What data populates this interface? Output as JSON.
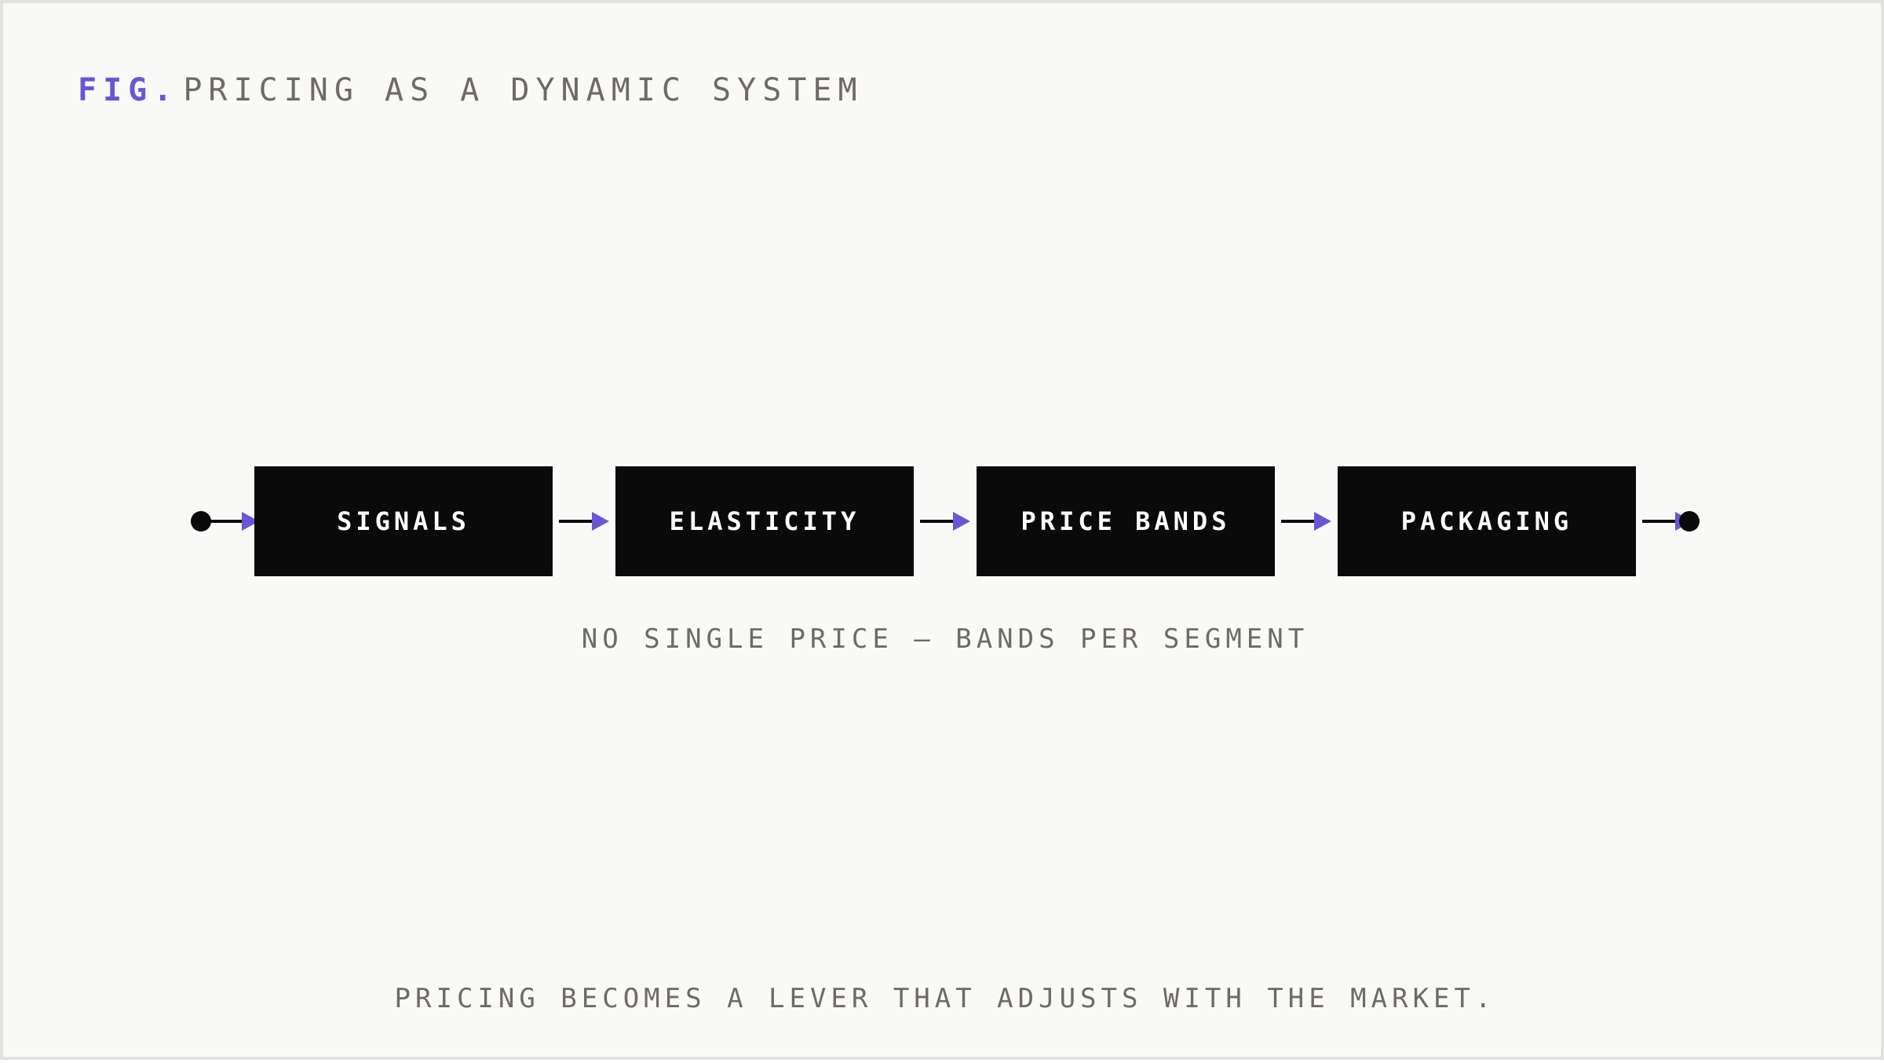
{
  "figure": {
    "label": "FIG.",
    "title": "PRICING AS A DYNAMIC SYSTEM"
  },
  "flow": {
    "nodes": [
      {
        "label": "SIGNALS"
      },
      {
        "label": "ELASTICITY"
      },
      {
        "label": "PRICE BANDS"
      },
      {
        "label": "PACKAGING"
      }
    ]
  },
  "caption": "NO SINGLE PRICE — BANDS PER SEGMENT",
  "footer": "PRICING BECOMES A LEVER THAT ADJUSTS WITH THE MARKET.",
  "colors": {
    "accent": "#6b55d6",
    "node_fill": "#0a0a0a",
    "text_muted": "#6f6a66",
    "background": "#f9f9f7"
  }
}
